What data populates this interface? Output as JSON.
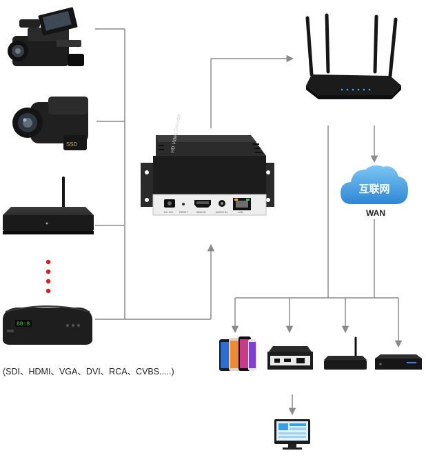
{
  "colors": {
    "connector": "#8a8a8a",
    "device_dark": "#1c1c1c",
    "device_mid": "#2f2f2f",
    "cloud_fill": "#4aa8e6",
    "red_dot": "#e11a1a",
    "display_green": "#38d957"
  },
  "sources": {
    "caption": "(SDI、HDMI、VGA、DVI、RCA、CVBS.....)",
    "items": [
      {
        "icon": "pro-camcorder-icon"
      },
      {
        "icon": "handheld-camcorder-icon"
      },
      {
        "icon": "set-top-box-antenna-icon"
      },
      {
        "icon": "satellite-receiver-icon"
      }
    ]
  },
  "encoder": {
    "front_title": "HD Video Encoder",
    "ports": [
      "DC 12V",
      "RESET",
      "HDMI IN",
      "AUDIO IN",
      "LAN"
    ]
  },
  "router": {
    "icon": "wifi-router-icon"
  },
  "cloud": {
    "chinese_label": "互联网",
    "label": "WAN"
  },
  "clients": [
    {
      "icon": "smartphones-icon"
    },
    {
      "icon": "decoder-box-icon"
    },
    {
      "icon": "android-box-icon"
    },
    {
      "icon": "nvr-box-icon"
    }
  ],
  "display": {
    "icon": "monitor-icon"
  }
}
